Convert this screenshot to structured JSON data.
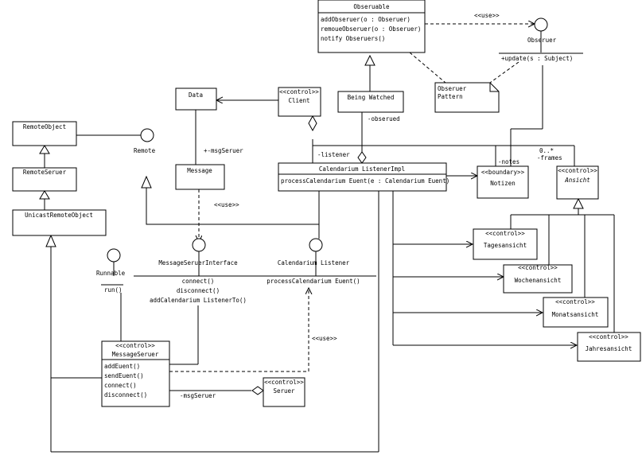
{
  "classes": {
    "observable": {
      "name": "Obseruable",
      "ops": [
        "addObseruer(o : Obseruer)",
        "remoueObseruer(o : Obseruer)",
        "notify Obseruers()"
      ]
    },
    "data": {
      "name": "Data"
    },
    "client": {
      "stereotype": "<<control>>",
      "name": "Client"
    },
    "being_watched": {
      "name": "Being Watched"
    },
    "remote_object": {
      "name": "RemoteObject"
    },
    "remote_server": {
      "name": "RemoteSeruer"
    },
    "unicast": {
      "name": "UnicastRemoteObject"
    },
    "message": {
      "name": "Message"
    },
    "cal_impl": {
      "name": "Calendarium ListenerImpl",
      "ops": [
        "processCalendarium Euent(e : Calendarium Euent)"
      ]
    },
    "notizen": {
      "stereotype": "<<boundary>>",
      "name": "Notizen"
    },
    "ansicht": {
      "stereotype": "<<control>>",
      "name": "Ansicht"
    },
    "tag": {
      "stereotype": "<<control>>",
      "name": "Tagesansicht"
    },
    "woche": {
      "stereotype": "<<control>>",
      "name": "Wochenansicht"
    },
    "monat": {
      "stereotype": "<<control>>",
      "name": "Monatsansicht"
    },
    "jahr": {
      "stereotype": "<<control>>",
      "name": "Jahresansicht"
    },
    "msg_server": {
      "stereotype": "<<control>>",
      "name": "MessageSeruer",
      "ops": [
        "addEuent()",
        "sendEuent()",
        "connect()",
        "disconnect()"
      ]
    },
    "server": {
      "stereotype": "<<control>>",
      "name": "Seruer"
    }
  },
  "interfaces": {
    "observer": {
      "name": "Obseruer",
      "op": "update(s : Subject)"
    },
    "remote": {
      "name": "Remote"
    },
    "runnable": {
      "name": "Runnable",
      "op": "run()"
    },
    "msi": {
      "name": "MessageSeruerInterface",
      "ops": [
        "connect()",
        "disconnect()",
        "addCalendarium ListenerTo()"
      ]
    },
    "cal_listener": {
      "name": "Calendarium Listener",
      "op": "processCalendarium Euent()"
    }
  },
  "note": {
    "lines": [
      "Obseruer",
      "Pattern"
    ]
  },
  "labels": {
    "use_top": "<<use>>",
    "use_mid": "<<use>>",
    "use_low": "<<use>>",
    "observed": "-obserued",
    "listener": "-listener",
    "notes": "-notes",
    "mult": "0..*",
    "frames": "-frames",
    "msg_server_role": "-msgSeruer",
    "msg_server_role2": "-msgSeruer"
  }
}
